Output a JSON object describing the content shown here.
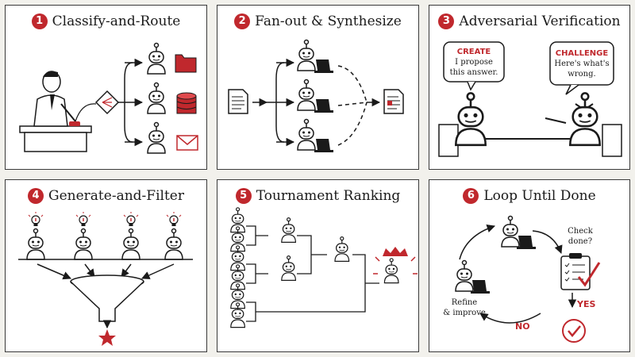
{
  "panels": [
    {
      "number": "1",
      "title": "Classify-and-Route"
    },
    {
      "number": "2",
      "title": "Fan-out & Synthesize"
    },
    {
      "number": "3",
      "title": "Adversarial Verification",
      "bubble_left": {
        "tag": "CREATE",
        "line1": "I propose",
        "line2": "this answer."
      },
      "bubble_right": {
        "tag": "CHALLENGE",
        "line1": "Here's what's",
        "line2": "wrong."
      }
    },
    {
      "number": "4",
      "title": "Generate-and-Filter"
    },
    {
      "number": "5",
      "title": "Tournament Ranking"
    },
    {
      "number": "6",
      "title": "Loop Until Done",
      "check_line1": "Check",
      "check_line2": "done?",
      "refine_line1": "Refine",
      "refine_line2": "& improve",
      "yes": "YES",
      "no": "NO"
    }
  ],
  "colors": {
    "accent": "#c0282d",
    "ink": "#1a1a1a",
    "panel_bg": "#ffffff",
    "page_bg": "#f2f1ec"
  }
}
